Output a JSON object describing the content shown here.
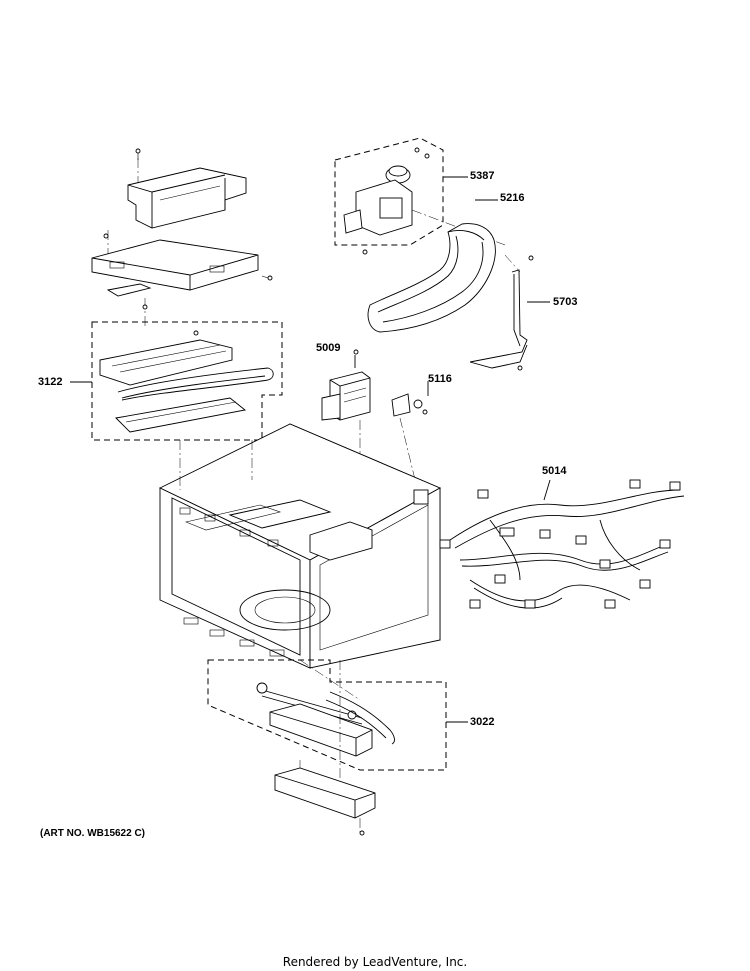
{
  "callouts": {
    "p5387": "5387",
    "p5216": "5216",
    "p5703": "5703",
    "p3122": "3122",
    "p5009": "5009",
    "p5116": "5116",
    "p5014": "5014",
    "p3022": "3022"
  },
  "art_number": "(ART NO. WB15622 C)",
  "footer": "Rendered by LeadVenture, Inc."
}
